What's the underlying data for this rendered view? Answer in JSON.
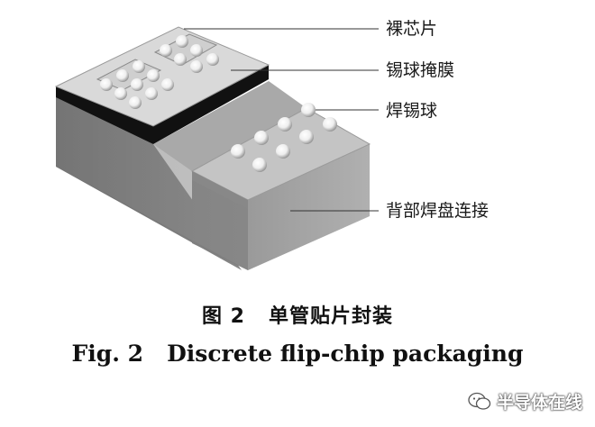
{
  "labels": {
    "die": "裸芯片",
    "solder_mask": "锡球掩膜",
    "solder_ball": "焊锡球",
    "back_pad": "背部焊盘连接"
  },
  "caption": {
    "cn_fig": "图 2",
    "cn_title": "单管贴片封装",
    "en_fig": "Fig. 2",
    "en_title": "Discrete flip-chip packaging"
  },
  "watermark": {
    "text": "半导体在线",
    "icon": "wechat-icon"
  }
}
